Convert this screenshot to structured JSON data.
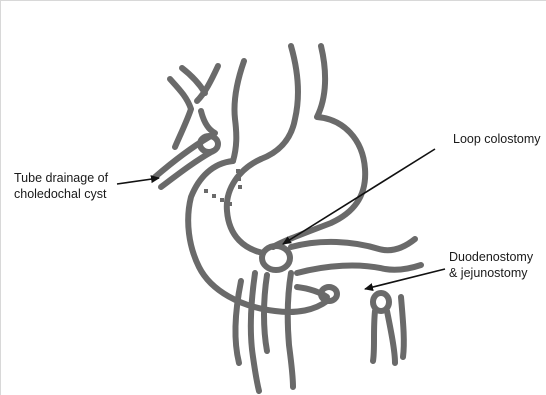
{
  "labels": {
    "tube_drainage": [
      "Tube drainage of",
      "choledochal cyst"
    ],
    "loop_colostomy": "Loop colostomy",
    "duodenostomy": [
      "Duodenostomy",
      "& jejunostomy"
    ]
  },
  "colors": {
    "outline": "#6a6a6a",
    "arrow": "#111111",
    "text": "#1a1a1a",
    "background": "#ffffff"
  }
}
